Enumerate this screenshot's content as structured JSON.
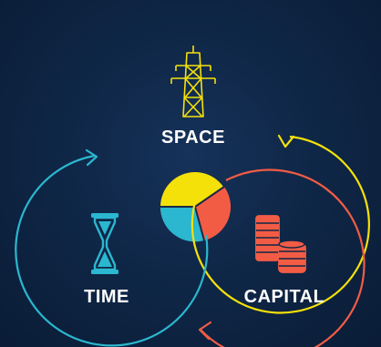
{
  "labels": {
    "space": "SPACE",
    "time": "TIME",
    "capital": "CAPITAL"
  },
  "icons": {
    "space": "power-tower-icon",
    "time": "hourglass-icon",
    "capital": "coin-stack-icon"
  },
  "colors": {
    "space": "#f5e10a",
    "time": "#2bb7cf",
    "capital": "#f25c45",
    "background": "#0f2747",
    "text": "#ffffff"
  }
}
